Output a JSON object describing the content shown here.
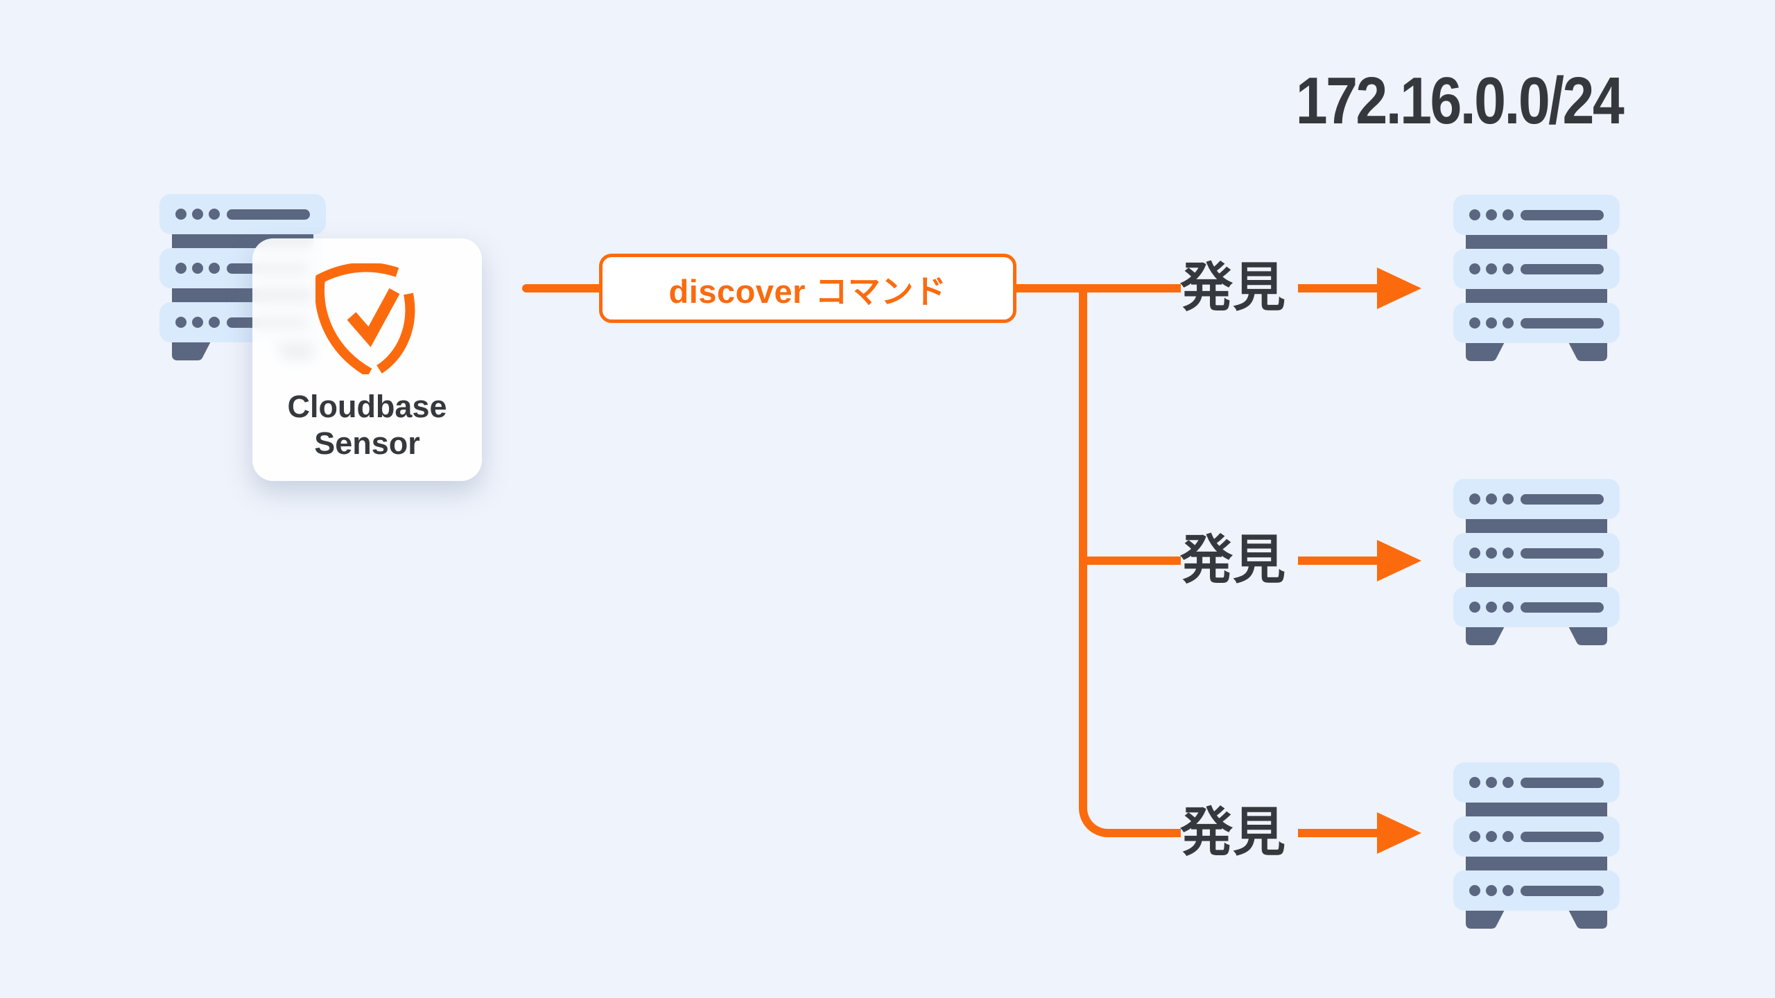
{
  "network_label": "172.16.0.0/24",
  "sensor_card": {
    "title_line1": "Cloudbase",
    "title_line2": "Sensor"
  },
  "command_box": {
    "label": "discover コマンド"
  },
  "branches": [
    {
      "label": "発見"
    },
    {
      "label": "発見"
    },
    {
      "label": "発見"
    }
  ],
  "icons": {
    "sensor_logo": "shield-check-icon",
    "source_server": "server-stack-icon",
    "target_servers": [
      "server-stack-icon",
      "server-stack-icon",
      "server-stack-icon"
    ],
    "arrows": "arrow-right-icon"
  },
  "colors": {
    "background": "#EFF3FB",
    "accent_orange": "#FB6B0E",
    "text_dark": "#35383D",
    "server_light_blue": "#D9EAFC",
    "server_slate": "#5B6780",
    "card_background": "#FFFFFF"
  }
}
